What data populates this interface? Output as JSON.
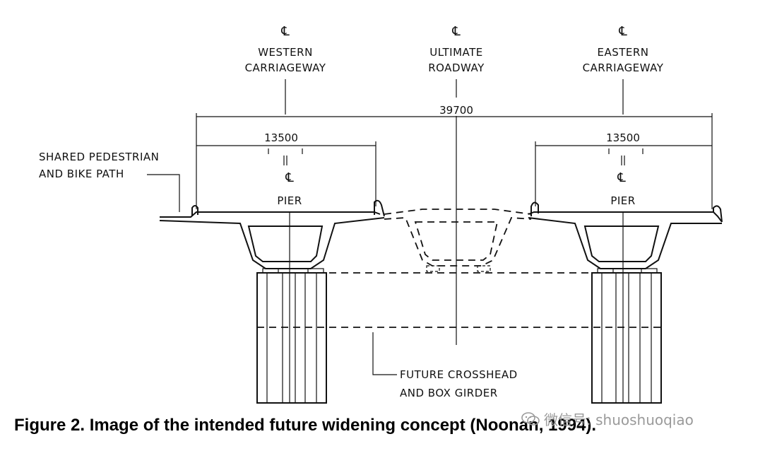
{
  "labels": {
    "cl_symbol": "℄",
    "western_line1": "WESTERN",
    "western_line2": "CARRIAGEWAY",
    "ultimate_line1": "ULTIMATE",
    "ultimate_line2": "ROADWAY",
    "eastern_line1": "EASTERN",
    "eastern_line2": "CARRIAGEWAY",
    "pier": "PIER",
    "path_line1": "SHARED PEDESTRIAN",
    "path_line2": "AND BIKE PATH",
    "future_line1": "FUTURE CROSSHEAD",
    "future_line2": "AND BOX GIRDER"
  },
  "dimensions": {
    "overall": "39700",
    "west_deck": "13500",
    "east_deck": "13500"
  },
  "caption": "Figure 2.  Image of the intended future widening concept (Noonan, 1994).",
  "watermark": {
    "icon": "wechat-icon",
    "text": "微信号: shuoshuoqiao"
  }
}
